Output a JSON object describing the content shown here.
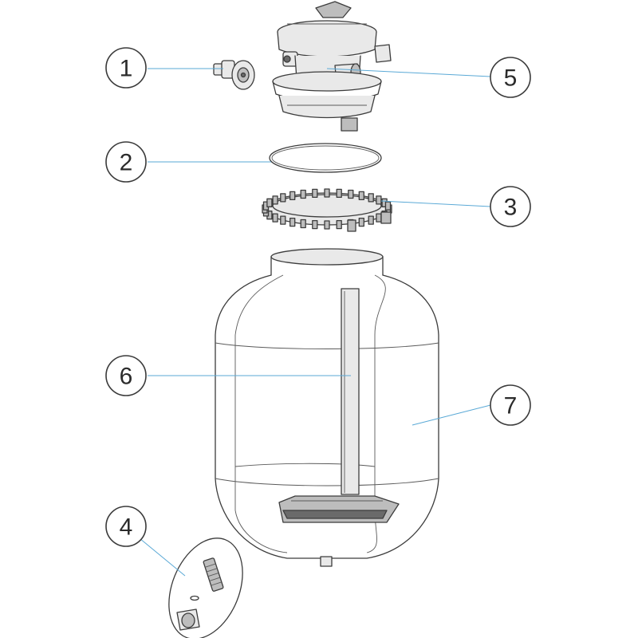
{
  "callouts": [
    {
      "id": "1",
      "label": "1"
    },
    {
      "id": "2",
      "label": "2"
    },
    {
      "id": "3",
      "label": "3"
    },
    {
      "id": "4",
      "label": "4"
    },
    {
      "id": "5",
      "label": "5"
    },
    {
      "id": "6",
      "label": "6"
    },
    {
      "id": "7",
      "label": "7"
    }
  ],
  "colors": {
    "leader": "#5aa9d6",
    "outline": "#3c3c3c",
    "background": "#ffffff"
  }
}
